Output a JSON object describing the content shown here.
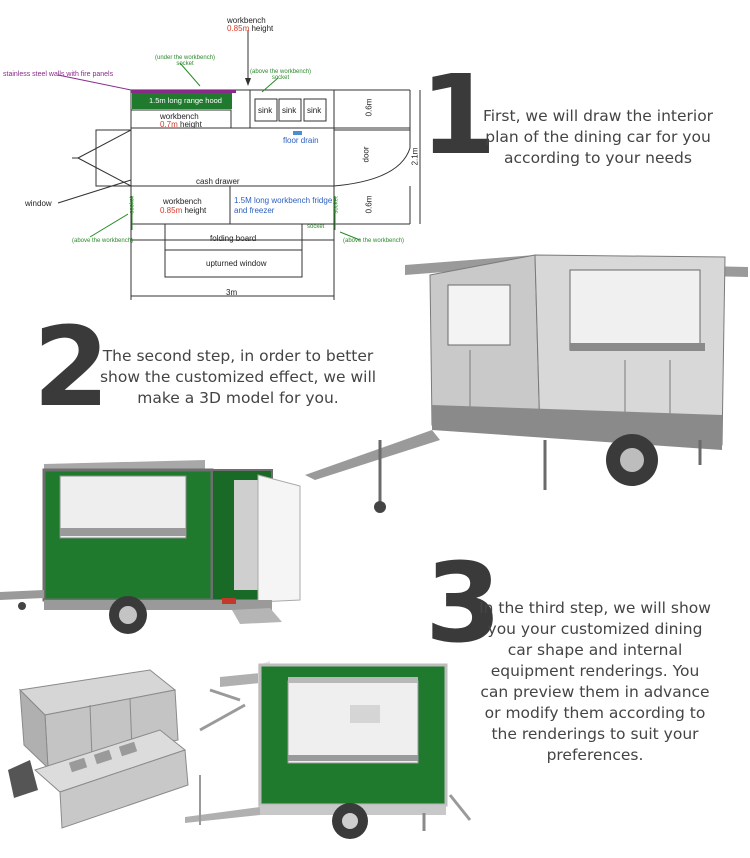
{
  "plan": {
    "workbench_top": "workbench",
    "height_085": "0.85m",
    "height_word": "height",
    "under_workbench": "(under the workbench)",
    "above_workbench": "(above the workbench)",
    "socket": "socket",
    "stainless_walls": "stainless steel walls with fire panels",
    "range_hood": "1.5m long range hood",
    "sink": "sink",
    "workbench_mid": "workbench",
    "height_07": "0.7m",
    "floor_drain": "floor drain",
    "door": "door",
    "dim_06": "0.6m",
    "dim_21": "2.1m",
    "cash_drawer": "cash drawer",
    "window": "window",
    "fridge": "1.5M long workbench fridge and freezer",
    "folding_board": "folding board",
    "upturned_window": "upturned window",
    "dim_3m": "3m"
  },
  "steps": [
    {
      "number": "1",
      "text": "First, we will draw the interior plan of the dining car for you according to your needs"
    },
    {
      "number": "2",
      "text": "The second step, in order to better show the customized effect, we will make a 3D model for you."
    },
    {
      "number": "3",
      "text": "In the third step, we will show you your customized dining car shape and internal equipment renderings. You can preview them in advance or modify them according to the renderings to suit your preferences."
    }
  ],
  "colors": {
    "green": "#1f7a2e",
    "gray": "#8f8f8f",
    "dark": "#3a3a3a"
  }
}
